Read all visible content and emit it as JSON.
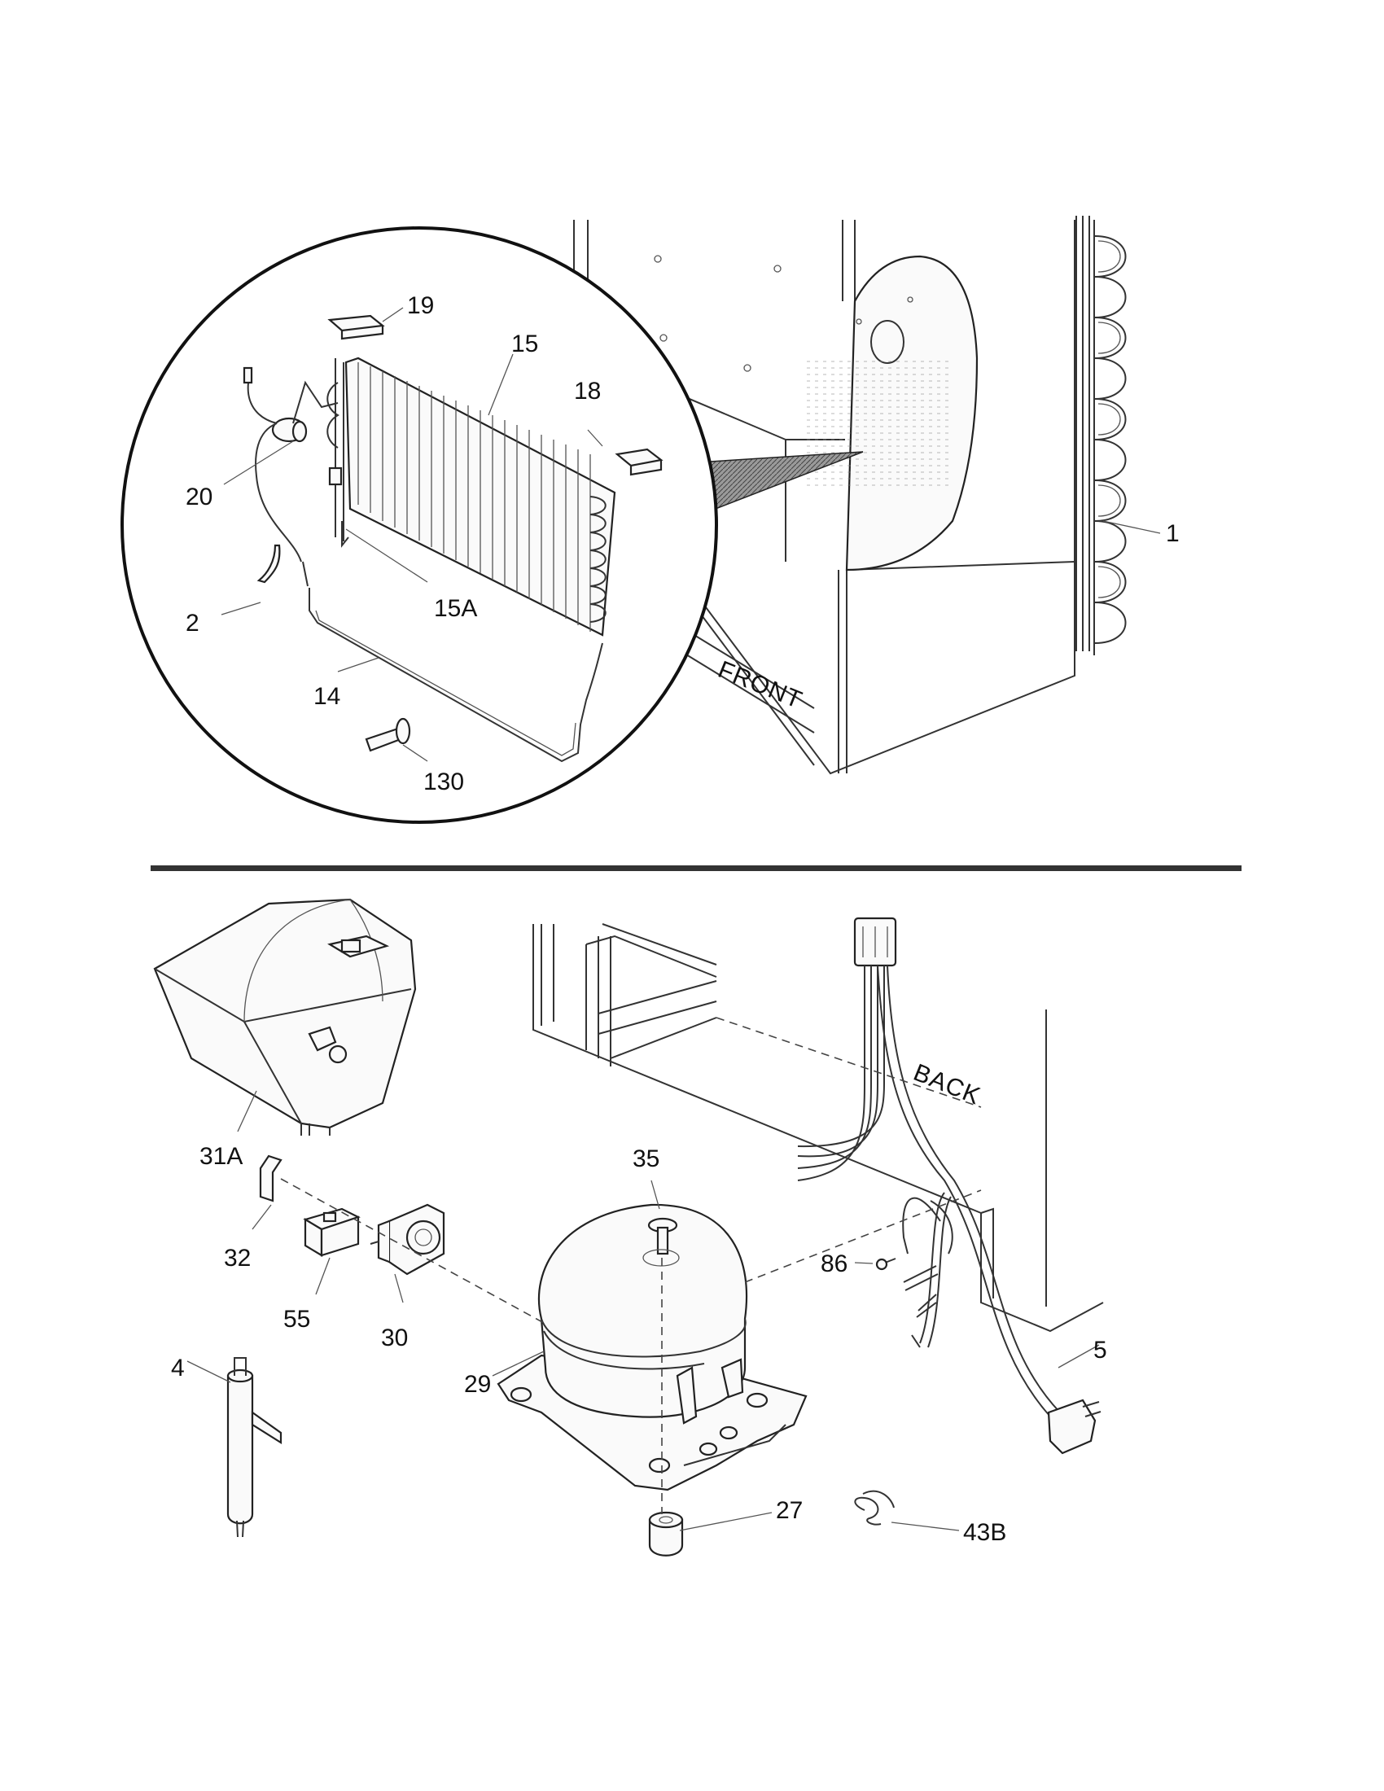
{
  "colors": {
    "line": "#222222",
    "background": "#ffffff",
    "shade": "#9a9a9a"
  },
  "upper_view": {
    "orientation_label": "FRONT",
    "callouts": {
      "p1": "1",
      "p2": "2",
      "p14": "14",
      "p15": "15",
      "p15a": "15A",
      "p18": "18",
      "p19": "19",
      "p20": "20",
      "p130": "130"
    }
  },
  "lower_view": {
    "orientation_label": "BACK",
    "callouts": {
      "p4": "4",
      "p5": "5",
      "p27": "27",
      "p29": "29",
      "p30": "30",
      "p31a": "31A",
      "p32": "32",
      "p35": "35",
      "p43b": "43B",
      "p55": "55",
      "p86": "86"
    }
  }
}
